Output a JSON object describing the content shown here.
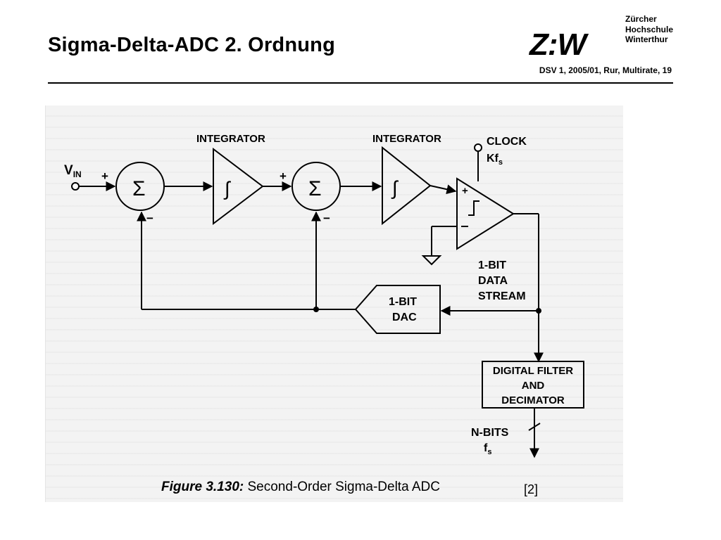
{
  "slide": {
    "title": "Sigma-Delta-ADC 2. Ordnung",
    "footer_info": "DSV 1, 2005/01, Rur, Multirate, 19",
    "citation": "[2]"
  },
  "logo": {
    "mark": "Z:W",
    "lines": [
      "Zürcher",
      "Hochschule",
      "Winterthur"
    ]
  },
  "figure": {
    "vin_label": "V",
    "vin_sub": "IN",
    "integrator1": "INTEGRATOR",
    "integrator2": "INTEGRATOR",
    "sum_symbol": "Σ",
    "integral_symbol": "∫",
    "plus": "+",
    "minus": "−",
    "clock_label": "CLOCK",
    "clock_freq": "Kf",
    "clock_freq_sub": "s",
    "bit_stream_lines": [
      "1-BIT",
      "DATA",
      "STREAM"
    ],
    "dac_lines": [
      "1-BIT",
      "DAC"
    ],
    "filter_lines": [
      "DIGITAL FILTER",
      "AND",
      "DECIMATOR"
    ],
    "nbits_label": "N-BITS",
    "nbits_freq": "f",
    "nbits_freq_sub": "s",
    "caption_bold": "Figure 3.130:",
    "caption_text": " Second-Order Sigma-Delta ADC"
  }
}
